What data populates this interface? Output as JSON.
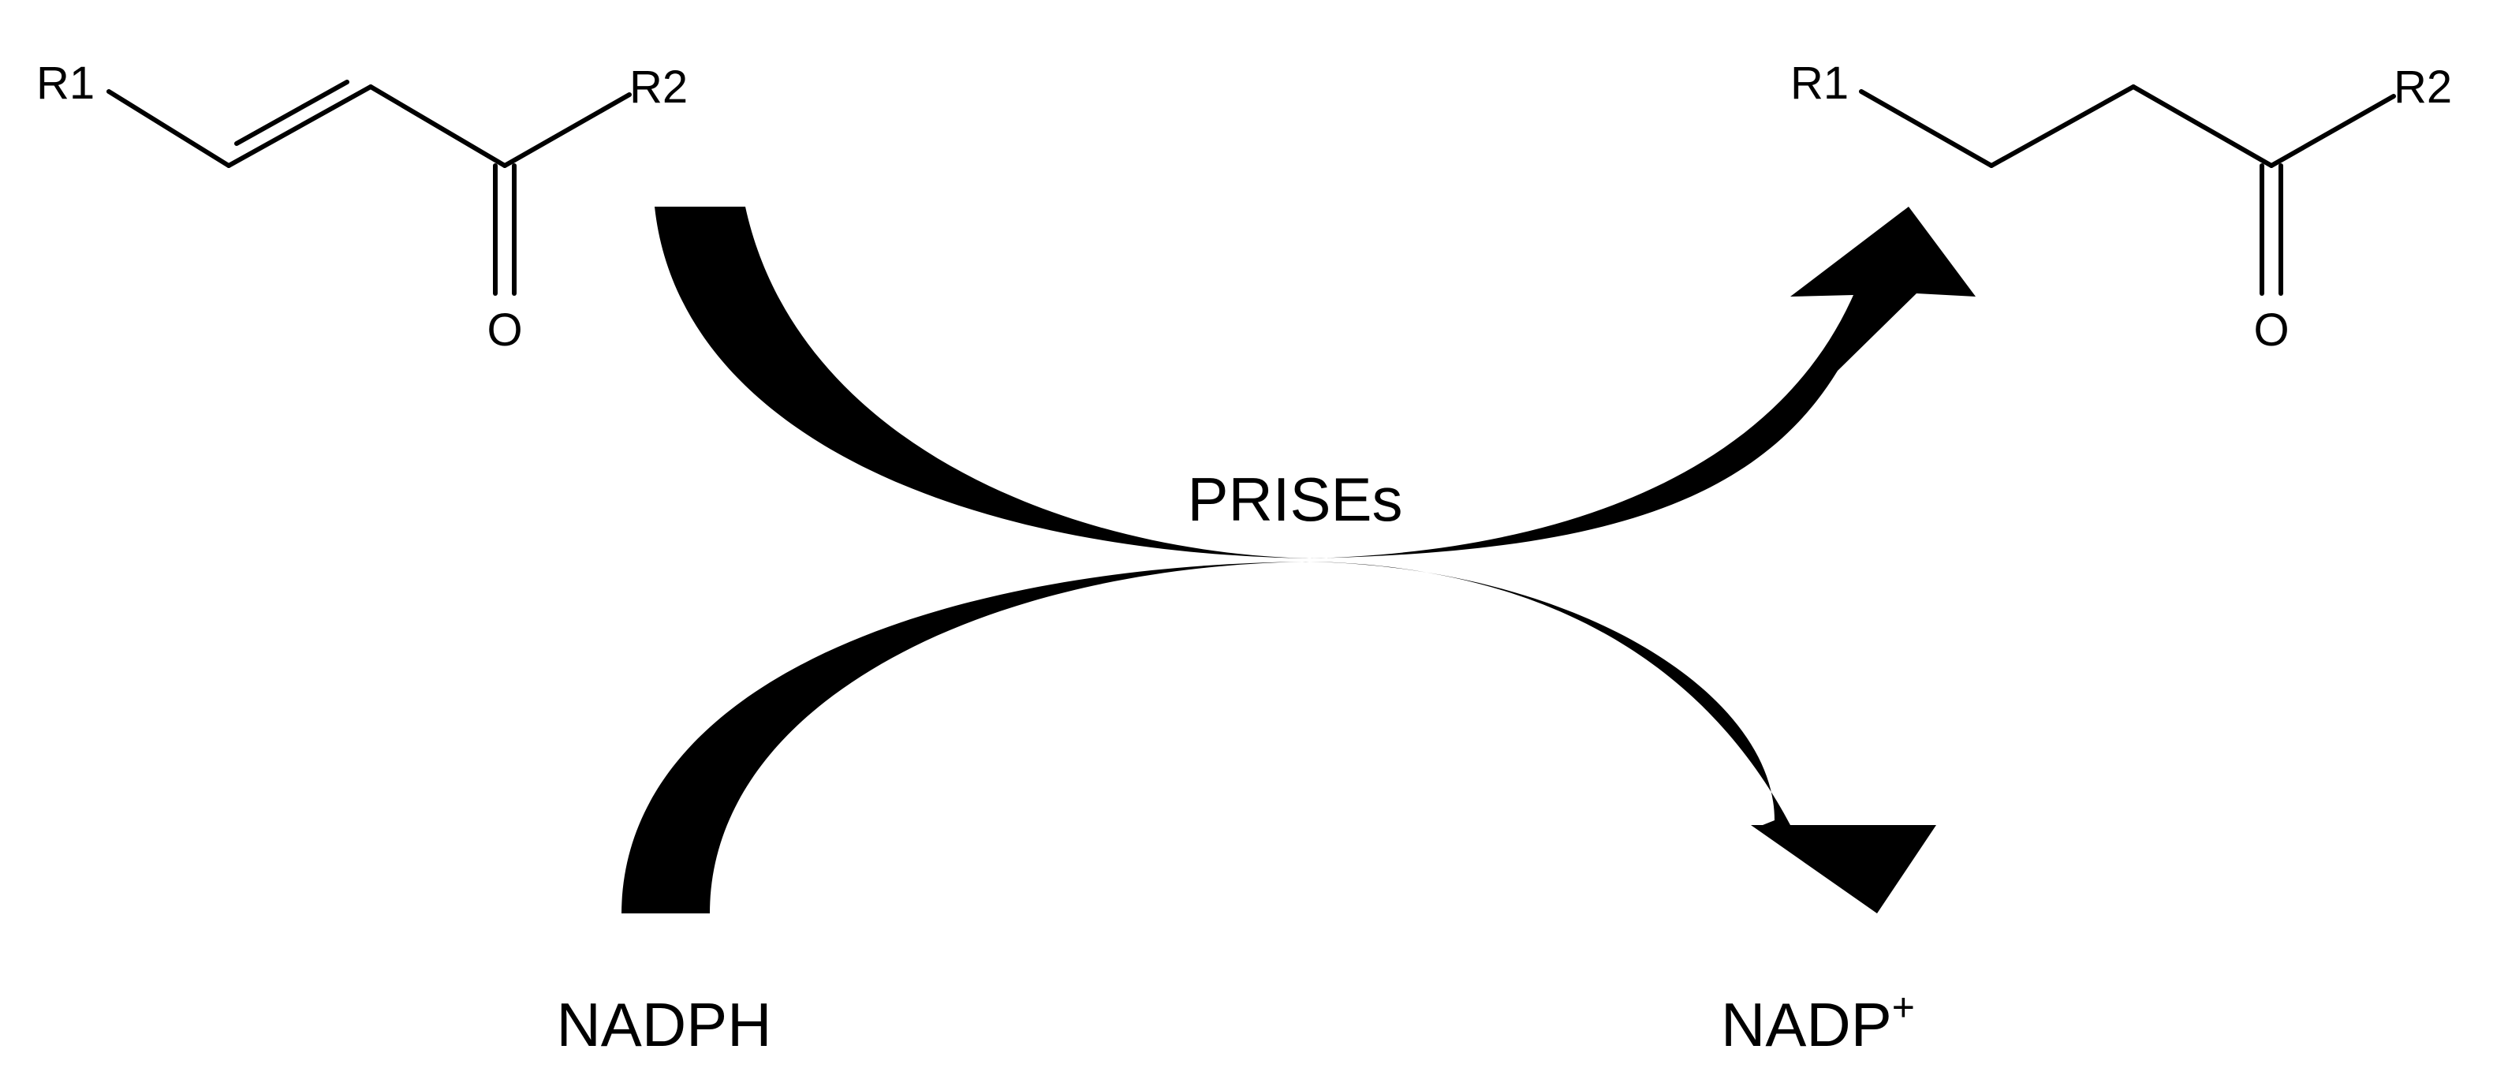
{
  "substrate": {
    "r1_label": "R1",
    "r2_label": "R2",
    "oxygen_label": "O"
  },
  "product": {
    "r1_label": "R1",
    "r2_label": "R2",
    "oxygen_label": "O"
  },
  "enzyme_label": "PRISEs",
  "cofactor_in": "NADPH",
  "cofactor_out_base": "NADP",
  "cofactor_out_charge": "+",
  "colors": {
    "ink": "#000000",
    "background": "#ffffff"
  }
}
